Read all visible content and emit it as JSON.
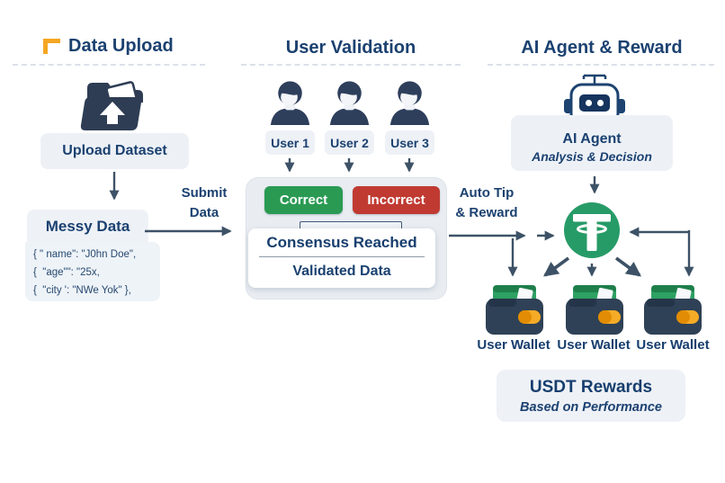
{
  "diagram": {
    "col1": {
      "title": "Data Upload",
      "upload_box": "Upload Dataset",
      "messy_title": "Messy Data",
      "code_line1": "{ \" name\": \"J0hn Doe\",",
      "code_line2": "{  \"age\"\": \"25x,",
      "code_line3": "{  \"city ': \"NWe Yok\" },"
    },
    "col2": {
      "title": "User Validation",
      "user1": "User 1",
      "user2": "User 2",
      "user3": "User 3",
      "correct": "Correct",
      "incorrect": "Incorrect",
      "consensus": "Consensus Reached",
      "validated": "Validated Data"
    },
    "col3": {
      "title": "AI Agent & Reward",
      "agent_name": "AI Agent",
      "agent_sub": "Analysis & Decision",
      "wallet1": "User Wallet",
      "wallet2": "User Wallet",
      "wallet3": "User Wallet",
      "rewards_title": "USDT Rewards",
      "rewards_sub": "Based on Performance"
    },
    "edges": {
      "submit_line1": "Submit",
      "submit_line2": "Data",
      "autotip_line1": "Auto Tip",
      "autotip_line2": "& Reward"
    },
    "colors": {
      "navy_text": "#1b4170",
      "arrow": "#3d5266",
      "green_button": "#2a9a53",
      "red_button": "#c03a32",
      "tether_green": "#279b67",
      "wallet_navy": "#2f4156",
      "card_green": "#2ea163",
      "pill_orange": "#f5ab25",
      "accent_orange": "#f5a623",
      "panel_bg": "#e9edf2",
      "box_bg": "#edf1f6"
    }
  }
}
